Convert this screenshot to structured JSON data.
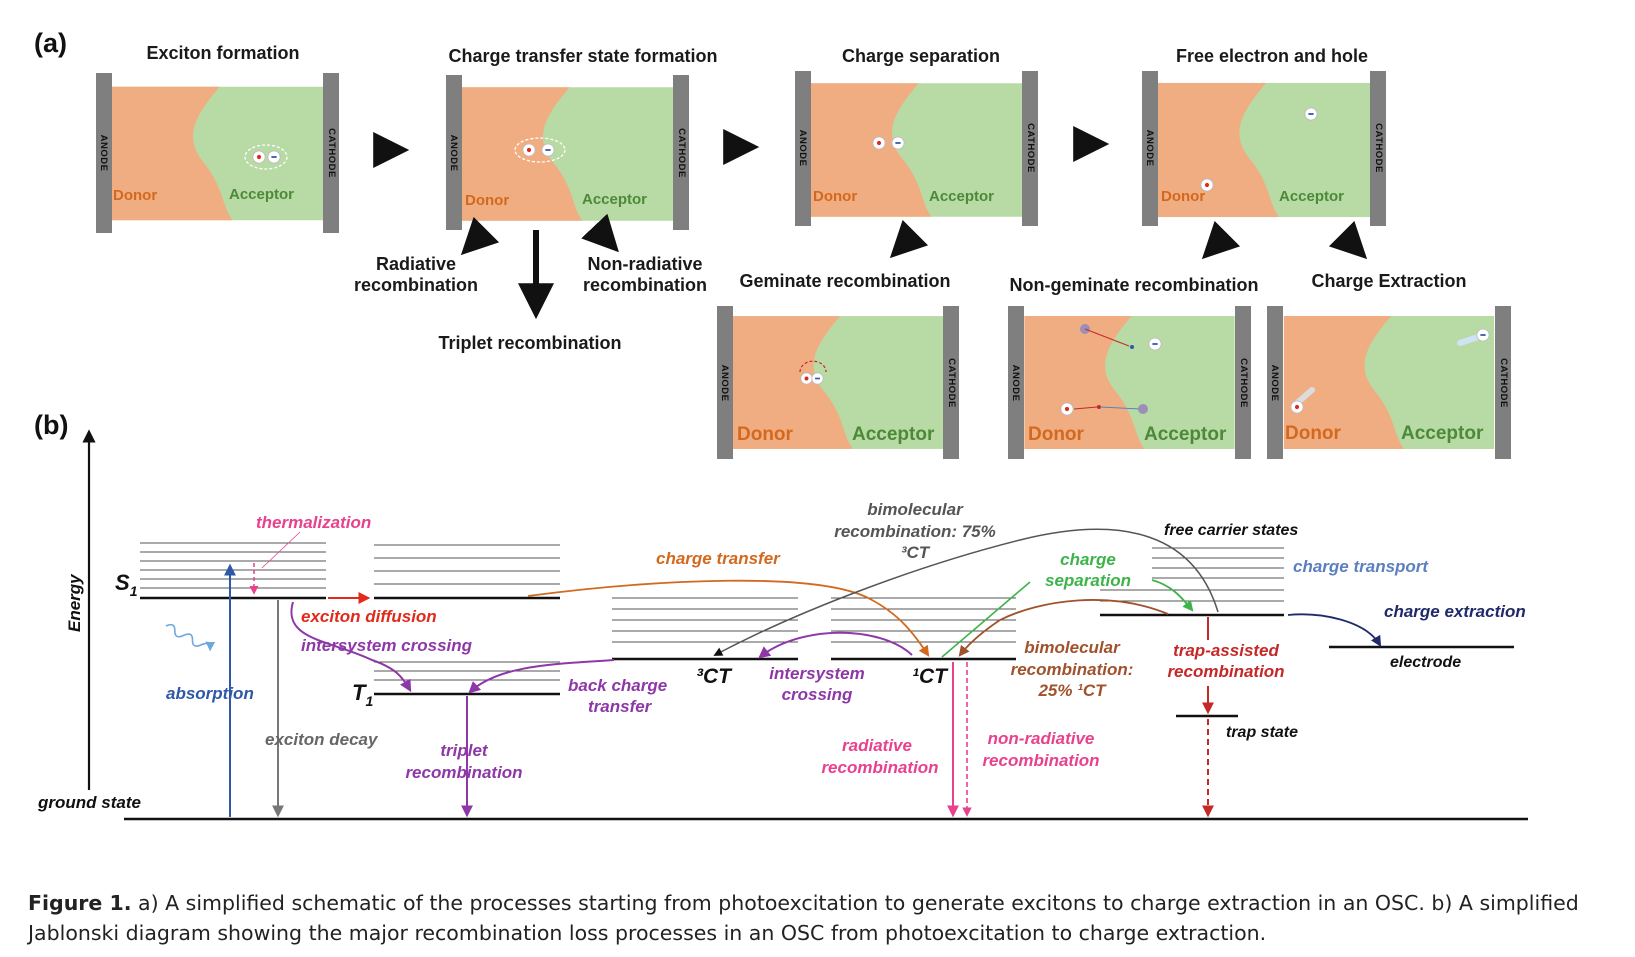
{
  "panel_a": {
    "label": "(a)",
    "anode": "ANODE",
    "cathode": "CATHODE",
    "donor": "Donor",
    "acceptor": "Acceptor",
    "step1": "Exciton formation",
    "step2": "Charge transfer state formation",
    "step3": "Charge separation",
    "step4": "Free electron and hole",
    "radiative": [
      "Radiative",
      "recombination"
    ],
    "nonradiative": [
      "Non-radiative",
      "recombination"
    ],
    "triplet": "Triplet recombination",
    "geminate": "Geminate recombination",
    "nongeminate": "Non-geminate recombination",
    "extraction": "Charge Extraction"
  },
  "panel_b": {
    "label": "(b)",
    "energy": "Energy",
    "ground_state": "ground state",
    "s1": "S",
    "s1_sub": "1",
    "t1": "T",
    "t1_sub": "1",
    "ct3": "³CT",
    "ct1": "¹CT",
    "thermalization": "thermalization",
    "exciton_diffusion": "exciton diffusion",
    "intersystem_crossing": "intersystem crossing",
    "absorption": "absorption",
    "exciton_decay": "exciton decay",
    "triplet_recombination": [
      "triplet",
      "recombination"
    ],
    "back_charge_transfer": [
      "back charge",
      "transfer"
    ],
    "charge_transfer": "charge transfer",
    "bimolecular_75": [
      "bimolecular",
      "recombination: 75%",
      "³CT"
    ],
    "isc_ct": [
      "intersystem",
      "crossing"
    ],
    "charge_separation": [
      "charge",
      "separation"
    ],
    "bimolecular_25": [
      "bimolecular",
      "recombination:",
      "25% ¹CT"
    ],
    "radiative_recombination": [
      "radiative",
      "recombination"
    ],
    "nonradiative_recombination": [
      "non-radiative",
      "recombination"
    ],
    "free_carrier_states": "free carrier states",
    "charge_transport": "charge transport",
    "charge_extraction": "charge extraction",
    "electrode": "electrode",
    "trap_assisted": [
      "trap-assisted",
      "recombination"
    ],
    "trap_state": "trap state"
  },
  "colors": {
    "donor": "#f1ad82",
    "acceptor": "#b8daa4",
    "electrode": "#7f7f7f",
    "pink": "#e8418e",
    "red": "#e02b1c",
    "purple": "#8e38a8",
    "orange": "#d2691e",
    "blue": "#2e58a8",
    "green": "#3db34a",
    "brown": "#a0522d",
    "navy": "#1f2a6b",
    "gray": "#777777",
    "steel": "#5b7fbf",
    "darkred": "#c62828"
  },
  "caption": {
    "label": "Figure 1.",
    "text": " a) A simplified schematic of the processes starting from photoexcitation to generate excitons to charge extraction in an OSC. b) A simplified Jablonski diagram showing the major recombination loss processes in an OSC from photoexcitation to charge extraction."
  }
}
